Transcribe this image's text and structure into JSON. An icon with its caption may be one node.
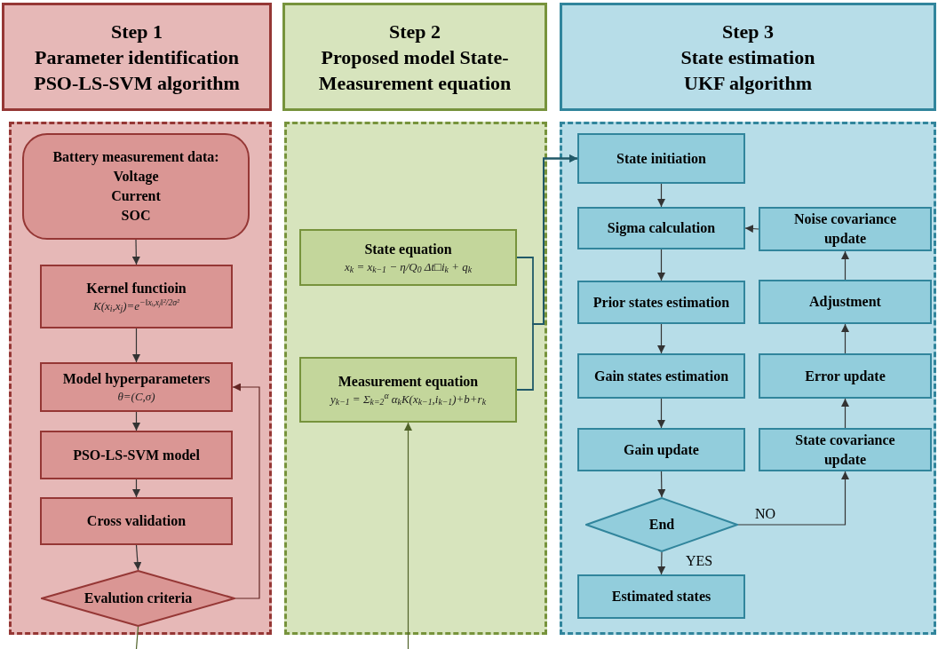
{
  "diagram": {
    "nodes": [
      {
        "text": [
          "Step 1",
          "Parameter identification",
          "PSO-LS-SVM algorithm"
        ]
      },
      {
        "text": [
          "Step 2",
          "Proposed model State-",
          "Measurement equation"
        ]
      },
      {
        "text": [
          "Step 3",
          "State estimation",
          "UKF algorithm"
        ]
      },
      {
        "text": [],
        "shape": "box"
      },
      {
        "text": [
          "Battery measurement data:",
          "Voltage",
          "Current",
          "SOC"
        ],
        "in": 3
      },
      {
        "text": [
          "Kernel functioin",
          "K(x$_{i}$,x$_{j}$)=e$^{−‖xᵢ,xⱼ‖²/2σ²}$"
        ],
        "in": 3
      },
      {
        "text": [
          "Model hyperparameters",
          "θ=(C,σ)"
        ],
        "in": 3
      },
      {
        "text": [
          "PSO-LS-SVM model"
        ],
        "in": 3
      },
      {
        "text": [
          "Cross validation"
        ],
        "in": 3
      },
      {
        "text": [
          "Evalution criteria"
        ],
        "in": 3
      },
      {
        "text": [],
        "shape": "box"
      },
      {
        "text": [
          "State equation",
          "x$_{k}$ = x$_{k−1}$ − η/Q$_{0}$ Δt□i$_{k}$ + q$_{k}$"
        ],
        "in": 10
      },
      {
        "text": [
          "Measurement equation",
          "y$_{k−1}$ = Σ$_{k=2}$$^{α}$ α$_{k}$K(x$_{k−1}$,i$_{k−1}$)+b+r$_{k}$"
        ],
        "in": 10
      },
      {
        "text": [],
        "shape": "box"
      },
      {
        "text": [
          "State initiation"
        ],
        "in": 13
      },
      {
        "text": [
          "Sigma calculation"
        ],
        "in": 13
      },
      {
        "text": [
          "Prior states estimation"
        ],
        "in": 13
      },
      {
        "text": [
          "Gain states estimation"
        ],
        "in": 13
      },
      {
        "text": [
          "Gain update"
        ],
        "in": 13
      },
      {
        "text": [
          "End"
        ],
        "in": 13
      },
      {
        "text": [
          "Estimated states"
        ],
        "in": 13
      },
      {
        "text": [
          "Noise covariance update"
        ],
        "in": 13
      },
      {
        "text": [
          "Adjustment"
        ],
        "in": 13
      },
      {
        "text": [
          "Error update"
        ],
        "in": 13
      },
      {
        "text": [
          "State covariance update"
        ],
        "in": 13
      }
    ],
    "edges": [
      {
        "from": 4,
        "to": 5,
        "arrow": "to"
      },
      {
        "from": 5,
        "to": 6,
        "arrow": "to"
      },
      {
        "from": 6,
        "to": 7,
        "arrow": "to"
      },
      {
        "from": 7,
        "to": 8,
        "arrow": "to"
      },
      {
        "from": 8,
        "to": 9,
        "arrow": "to"
      },
      {
        "from": 9,
        "to": 6,
        "arrow": "to",
        "color": "#632523"
      },
      {
        "from": 9,
        "to": null,
        "arrow": "none",
        "color": "#4f6228"
      },
      {
        "from": null,
        "to": 12,
        "arrow": "to",
        "color": "#4f6228"
      },
      {
        "from": 11,
        "to": 14,
        "arrow": "to",
        "color": "#215968"
      },
      {
        "from": 12,
        "to": 14,
        "arrow": "to",
        "color": "#215968"
      },
      {
        "from": 14,
        "to": 15,
        "arrow": "to"
      },
      {
        "from": 15,
        "to": 16,
        "arrow": "to"
      },
      {
        "from": 16,
        "to": 17,
        "arrow": "to"
      },
      {
        "from": 17,
        "to": 18,
        "arrow": "to"
      },
      {
        "from": 18,
        "to": 19,
        "arrow": "to"
      },
      {
        "from": 19,
        "to": 20,
        "arrow": "to",
        "label": "YES"
      },
      {
        "from": 19,
        "to": 24,
        "arrow": "to",
        "label": "NO"
      },
      {
        "from": 24,
        "to": 23,
        "arrow": "to"
      },
      {
        "from": 23,
        "to": 22,
        "arrow": "to"
      },
      {
        "from": 22,
        "to": 21,
        "arrow": "to"
      },
      {
        "from": 21,
        "to": 15,
        "arrow": "to"
      }
    ]
  }
}
